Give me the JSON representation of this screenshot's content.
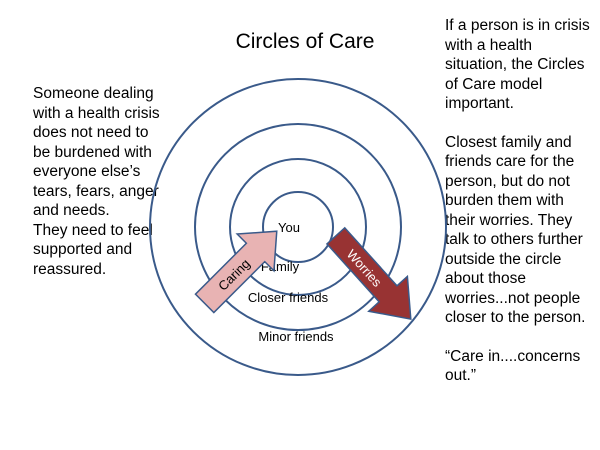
{
  "title": "Circles of Care",
  "left_text": {
    "para1": "Someone dealing with a health crisis does not need to be burdened with everyone else’s tears, fears, anger and needs.",
    "para2": "They need to feel supported and reassured."
  },
  "right_text": {
    "para1": "If a person is in crisis with a health situation, the Circles of Care model important.",
    "para2": "Closest family and friends care for the person, but do not burden them with their worries.  They talk to others further outside the circle about those worries...not people closer to the person.",
    "para3": "“Care in....concerns out.”"
  },
  "circles": {
    "you": "You",
    "family": "Family",
    "closer_friends": "Closer friends",
    "minor_friends": "Minor friends"
  },
  "arrows": {
    "caring": "Caring",
    "worries": "Worries"
  },
  "colors": {
    "circle_stroke": "#3a5a8a",
    "caring_fill": "#e8b3b3",
    "caring_stroke": "#3a5a8a",
    "worries_fill": "#983333",
    "worries_stroke": "#3a5a8a"
  }
}
